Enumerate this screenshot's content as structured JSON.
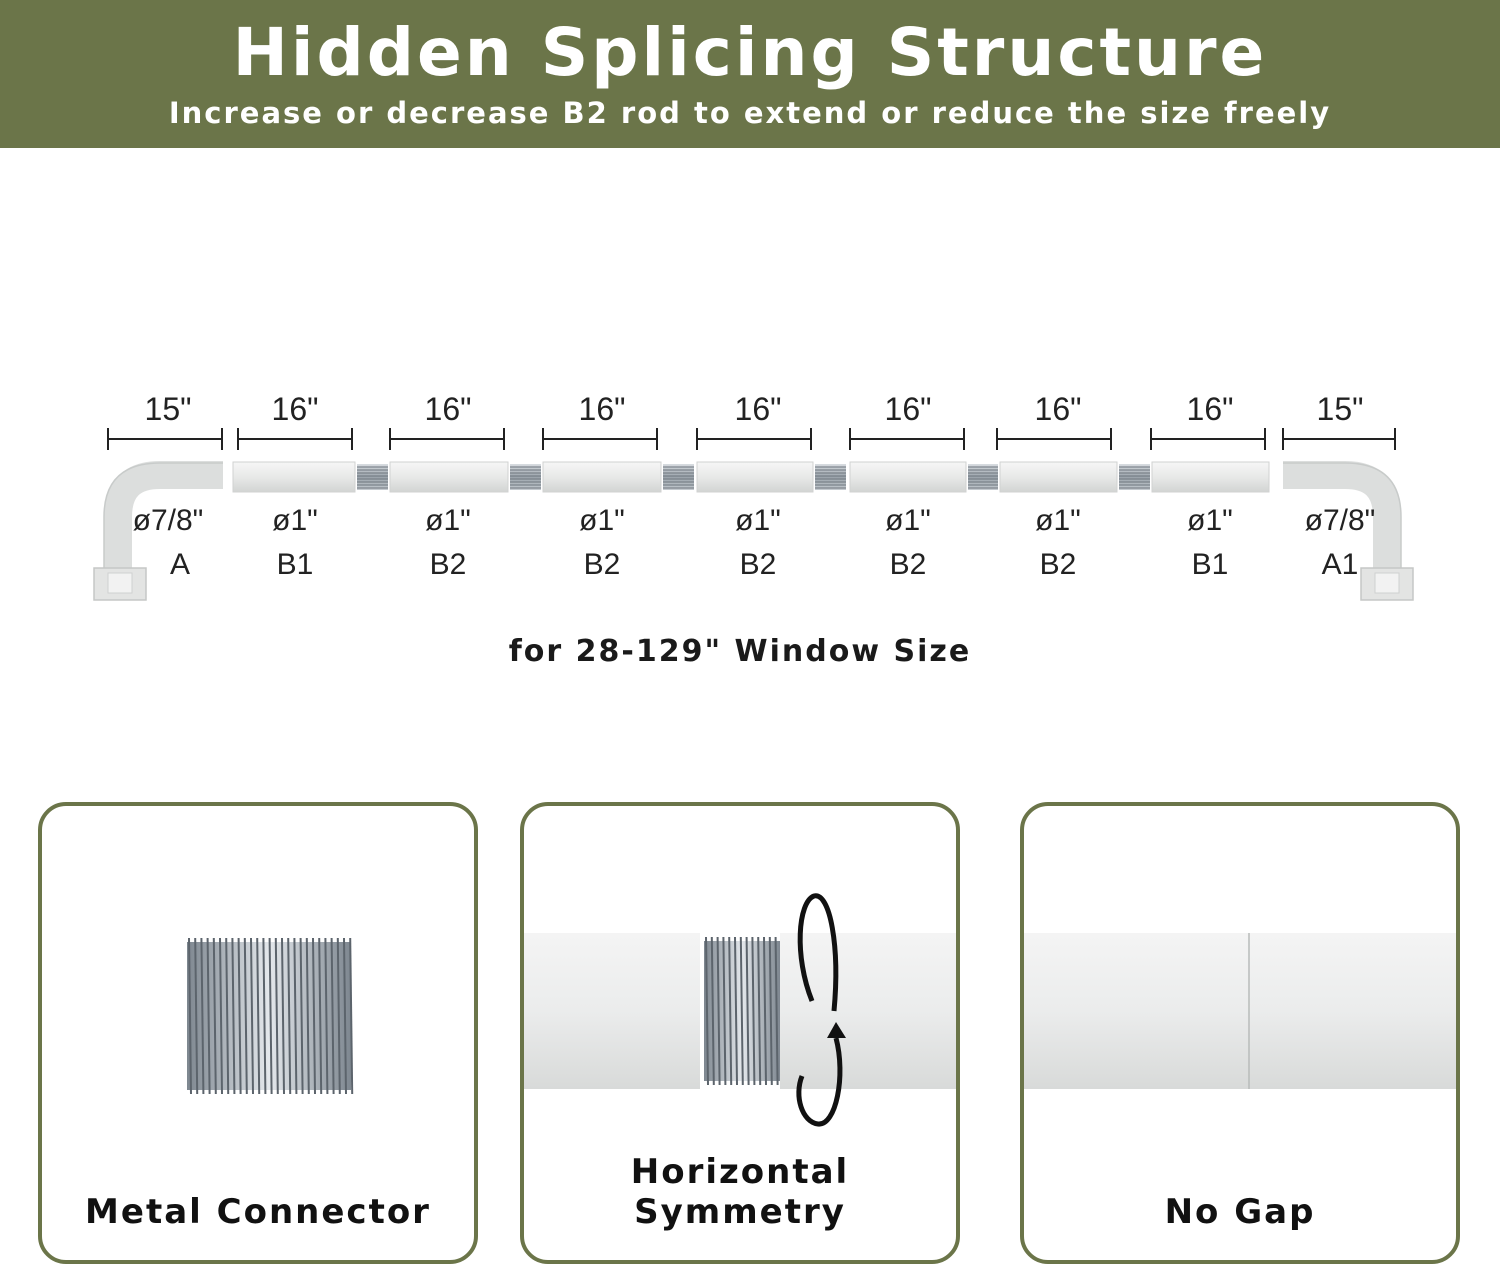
{
  "header": {
    "title": "Hidden Splicing Structure",
    "subtitle": "Increase or decrease B2 rod to extend or reduce the size freely"
  },
  "rod_diagram": {
    "segments": [
      {
        "length": "15\"",
        "diameter": "ø7/8\"",
        "code": "A"
      },
      {
        "length": "16\"",
        "diameter": "ø1\"",
        "code": "B1"
      },
      {
        "length": "16\"",
        "diameter": "ø1\"",
        "code": "B2"
      },
      {
        "length": "16\"",
        "diameter": "ø1\"",
        "code": "B2"
      },
      {
        "length": "16\"",
        "diameter": "ø1\"",
        "code": "B2"
      },
      {
        "length": "16\"",
        "diameter": "ø1\"",
        "code": "B2"
      },
      {
        "length": "16\"",
        "diameter": "ø1\"",
        "code": "B2"
      },
      {
        "length": "16\"",
        "diameter": "ø1\"",
        "code": "B1"
      },
      {
        "length": "15\"",
        "diameter": "ø7/8\"",
        "code": "A1"
      }
    ],
    "window_size": "for 28-129\" Window Size"
  },
  "features": [
    {
      "label": "Metal Connector",
      "icon": "threaded-connector-icon"
    },
    {
      "label": "Horizontal Symmetry",
      "icon": "rotation-arrow-icon"
    },
    {
      "label": "No Gap",
      "icon": "joined-rod-icon"
    }
  ],
  "colors": {
    "accent": "#6b7549",
    "rod": "#e9eae9",
    "metal": "#a9b0b7"
  }
}
